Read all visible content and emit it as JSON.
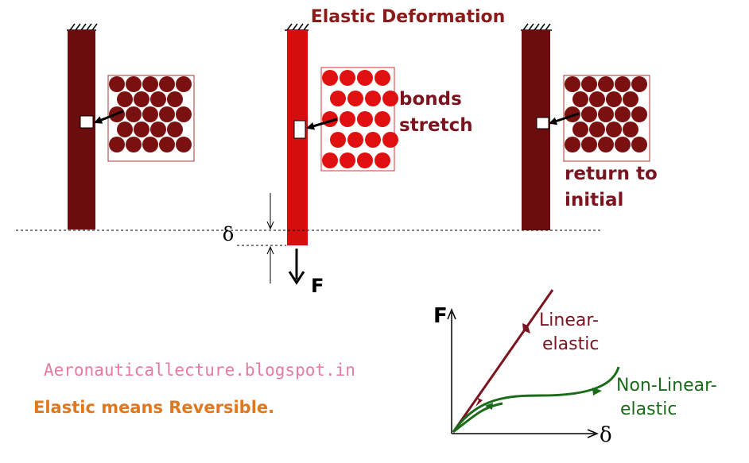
{
  "title": "Elastic Deformation",
  "labels": {
    "bonds": "bonds",
    "stretch": "stretch",
    "return_to": "return to",
    "initial": "initial",
    "delta": "δ",
    "force": "F",
    "graph_y_axis": "F",
    "graph_x_axis": "δ",
    "linear_1": "Linear-",
    "linear_2": "elastic",
    "nonlinear_1": "Non-Linear-",
    "nonlinear_2": "elastic"
  },
  "footer": {
    "website": "Aeronauticallecture.blogspot.in",
    "note": "Elastic means Reversible."
  },
  "colors": {
    "bar_dark": "#6b0d0d",
    "bar_red": "#d40d0d",
    "atom_dark": "#7a1010",
    "atom_red": "#e01010",
    "title": "#8b1a1a",
    "label": "#7a1520",
    "linear_curve": "#7a1520",
    "nonlinear_curve": "#1a6b1a",
    "website": "#e87aa0",
    "note": "#e07820"
  }
}
